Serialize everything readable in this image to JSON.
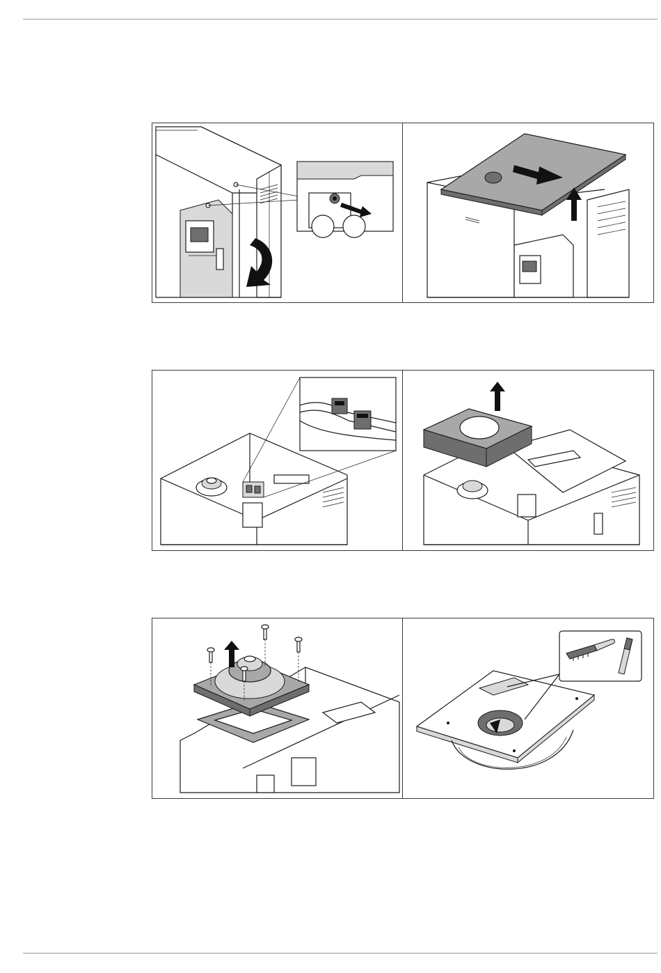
{
  "page": {
    "background": "#ffffff",
    "rule_color": "#9a9a9a",
    "frame_color": "#3a3a3a"
  },
  "figures": [
    {
      "panels": [
        {
          "depicts": "front-panel-opening",
          "icons": [
            "screw-release-arrow-icon",
            "curved-arrow-icon"
          ]
        },
        {
          "depicts": "top-cover-removal",
          "icons": [
            "slide-arrow-icon",
            "lift-arrow-icon"
          ]
        }
      ]
    },
    {
      "panels": [
        {
          "depicts": "connector-unplug",
          "icons": [
            "connector-icon"
          ]
        },
        {
          "depicts": "insulation-lift",
          "icons": [
            "lift-arrow-icon"
          ]
        }
      ]
    },
    {
      "panels": [
        {
          "depicts": "fan-unit-removal",
          "icons": [
            "screw-icon",
            "lift-arrow-icon"
          ]
        },
        {
          "depicts": "fan-cleaning",
          "icons": [
            "brush-icon",
            "bottle-brush-icon"
          ]
        }
      ]
    }
  ]
}
